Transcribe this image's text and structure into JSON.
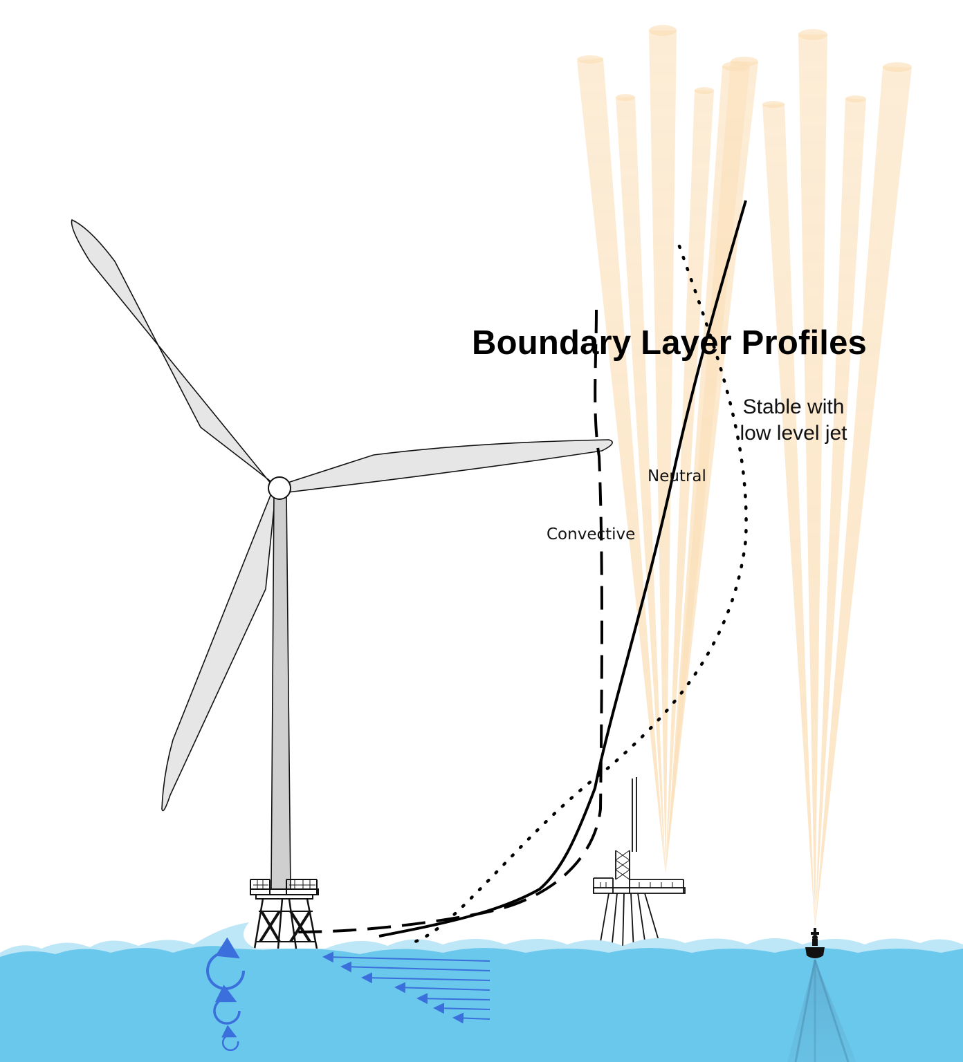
{
  "title": "Boundary Layer Profiles",
  "profiles": {
    "convective": "Convective",
    "neutral": "Neutral",
    "stable_line1": "Stable with",
    "stable_line2": "low level jet"
  },
  "colors": {
    "sky": "#ffffff",
    "sea": "#6ac8ec",
    "wave_light": "#bde6f6",
    "lidar_beam": "#f8c884",
    "blade": "#e6e6e6",
    "tower": "#cfcfcf",
    "current_arrow": "#3a6fdc",
    "profile_line": "#000000"
  }
}
